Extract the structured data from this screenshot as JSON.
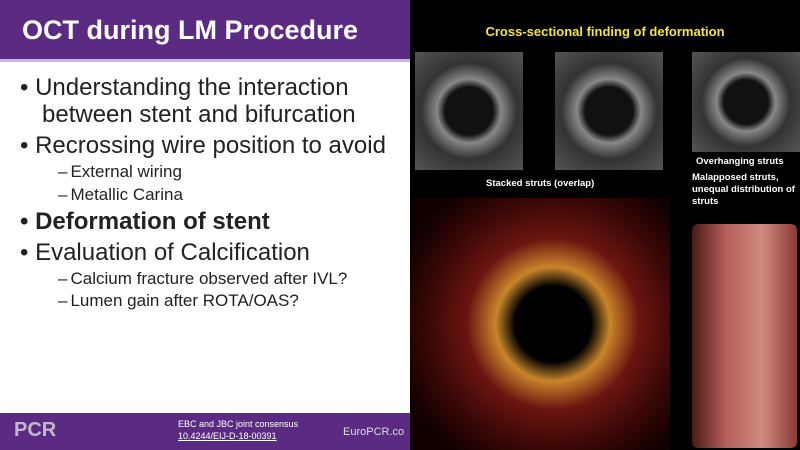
{
  "slide": {
    "title": "OCT during LM Procedure",
    "bullets": [
      {
        "level": 1,
        "text": "Understanding the interaction between stent and bifurcation",
        "bold": false
      },
      {
        "level": 1,
        "text": "Recrossing wire position to avoid",
        "bold": false
      },
      {
        "level": 2,
        "text": "External wiring"
      },
      {
        "level": 2,
        "text": "Metallic Carina"
      },
      {
        "level": 1,
        "text": "Deformation of stent",
        "bold": true
      },
      {
        "level": 1,
        "text": "Evaluation of Calcification",
        "bold": false
      },
      {
        "level": 2,
        "text": "Calcium fracture observed after IVL?"
      },
      {
        "level": 2,
        "text": "Lumen gain after ROTA/OAS?"
      }
    ]
  },
  "footer": {
    "logo": "PCR",
    "reference": "EBC and JBC joint consensus",
    "doi": "10.4244/EIJ-D-18-00391",
    "site": "EuroPCR.co"
  },
  "figure": {
    "title": "Cross-sectional finding of deformation",
    "caption_stacked": "Stacked struts (overlap)",
    "caption_overhanging": "Overhanging struts",
    "caption_malapposed": "Malapposed struts, unequal distribution of struts"
  }
}
